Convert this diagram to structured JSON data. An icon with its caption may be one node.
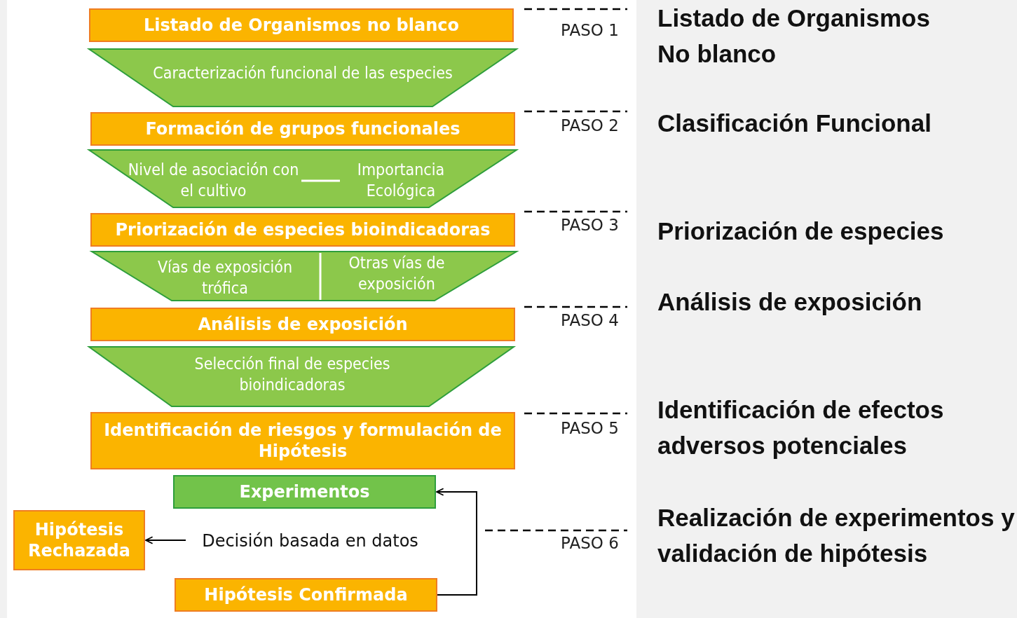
{
  "diagram": {
    "nodes": [
      {
        "text": [
          "Listado de Organismos no blanco"
        ]
      },
      {
        "text": [
          "Caracterización funcional de las especies"
        ]
      },
      {
        "text": [
          "Formación de grupos funcionales"
        ]
      },
      {
        "text": [
          "Nivel de asociación con el cultivo",
          "Importancia Ecológica"
        ]
      },
      {
        "text": [
          "Priorización de especies bioindicadoras"
        ]
      },
      {
        "text": [
          "Vías de exposición trófica",
          "Otras vías de exposición"
        ]
      },
      {
        "text": [
          "Análisis de exposición"
        ]
      },
      {
        "text": [
          "Selección final de especies bioindicadoras"
        ]
      },
      {
        "text": [
          "Identificación de riesgos y formulación de Hipótesis"
        ]
      },
      {
        "text": [
          "Experimentos"
        ]
      },
      {
        "text": [
          "Hipótesis Rechazada"
        ]
      },
      {
        "text": [
          "Decisión basada en datos"
        ]
      },
      {
        "text": [
          "Hipótesis Confirmada"
        ]
      }
    ],
    "edges": [
      {
        "from": 12,
        "to": 9,
        "arrow": "to"
      },
      {
        "from": 11,
        "to": 10,
        "arrow": "to"
      }
    ],
    "labels": [
      "PASO 1",
      "Listado de Organismos No blanco",
      "PASO 2",
      "Clasificación Funcional",
      "PASO 3",
      "Priorización de especies",
      "Análisis de exposición",
      "PASO 4",
      "PASO 5",
      "Identificación de efectos adversos potenciales",
      "PASO 6",
      "Realización de experimentos y validación de hipótesis"
    ]
  }
}
